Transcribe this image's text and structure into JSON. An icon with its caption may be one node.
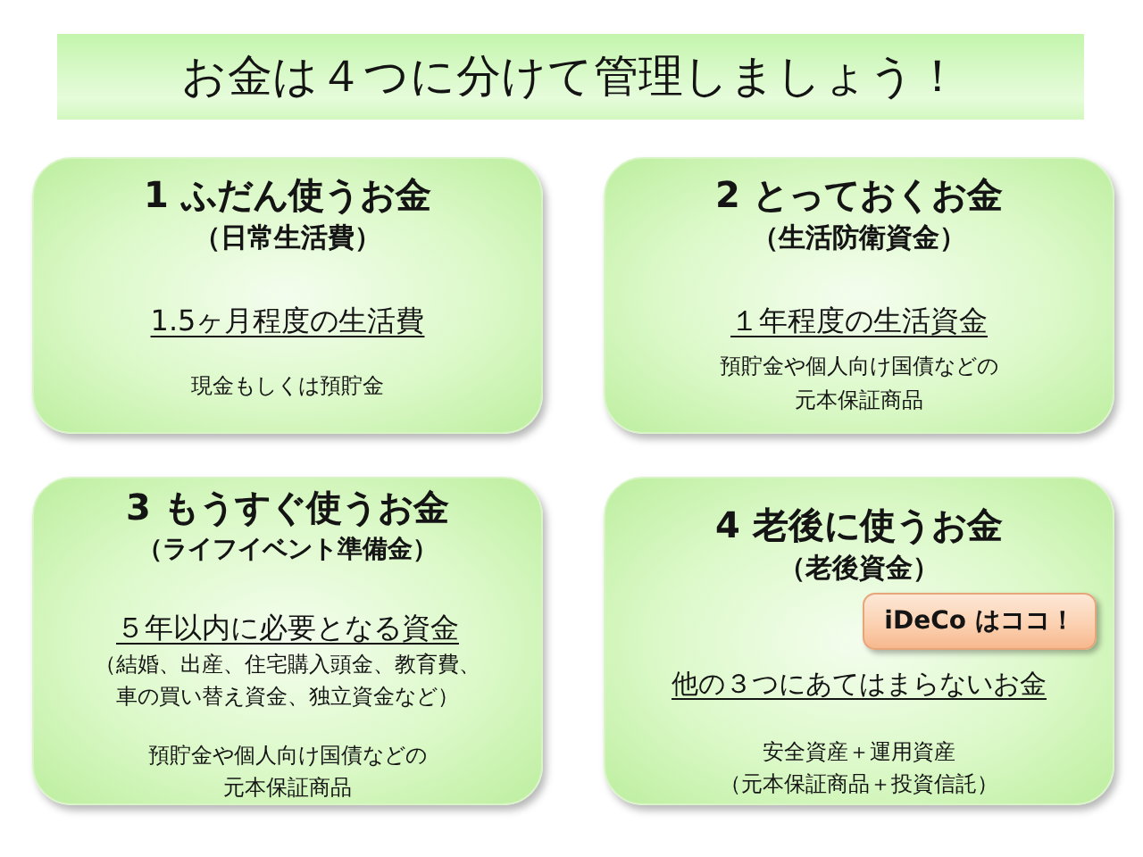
{
  "diagram": {
    "title": "お金は４つに分けて管理しましょう！",
    "nodes": [
      {
        "text": [
          "1 ふだん使うお金",
          "（日常生活費）",
          "1.5ヶ月程度の生活費",
          "現金もしくは預貯金"
        ]
      },
      {
        "text": [
          "2 とっておくお金",
          "（生活防衛資金）",
          "１年程度の生活資金",
          "預貯金や個人向け国債などの元本保証商品"
        ]
      },
      {
        "text": [
          "3 もうすぐ使うお金",
          "（ライフイベント準備金）",
          "５年以内に必要となる資金",
          "（結婚、出産、住宅購入頭金、教育費、車の買い替え資金、独立資金など）",
          "預貯金や個人向け国債などの元本保証商品"
        ]
      },
      {
        "text": [
          "4 老後に使うお金",
          "（老後資金）",
          "他の３つにあてはまらないお金",
          "安全資産＋運用資産（元本保証商品＋投資信託）"
        ]
      },
      {
        "text": [
          "iDeCo はココ！"
        ],
        "in": 3
      }
    ],
    "edges": []
  }
}
